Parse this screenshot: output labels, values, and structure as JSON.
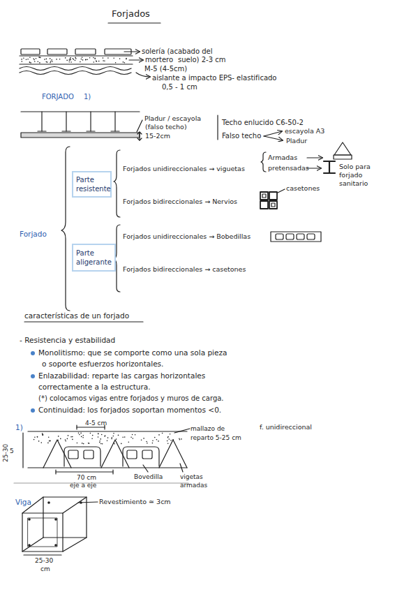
{
  "diagram": {
    "title": "Forjados",
    "nodes": [
      {
        "text": [
          "Parte resistente"
        ]
      },
      {
        "text": [
          "Parte aligerante"
        ]
      }
    ],
    "labels": [
      "solería (acabado del",
      "mortero",
      "suelo) 2-3 cm",
      "M-5 (4-5cm)",
      "aislante a impacto EPS- elastificado",
      "0,5 - 1 cm",
      "FORJADO",
      "1)",
      "Pladur / escayola",
      "(falso techo)",
      "15-2cm",
      "Techo enlucido C6-50-2",
      "Falso techo",
      "escayola A3",
      "Pladur",
      "Forjado",
      "Forjados unidireccionales → viguetas",
      "Armadas",
      "pretensadas",
      "Solo para forjado sanitario",
      "Forjados bidireccionales → Nervios",
      "casetones",
      "Forjados unidireccionales → Bobedillas",
      "Forjados bidireccionales → casetones",
      "características de un forjado",
      "- Resistencia y estabilidad",
      "Monolitismo: que se comporte como una sola pieza",
      "o soporte esfuerzos horizontales.",
      "Enlazabilidad: reparte las cargas horizontales",
      "correctamente a la estructura.",
      "(*) colocamos vigas entre forjados y muros de carga.",
      "Continuidad: los forjados soportan momentos <0.",
      "1)",
      "4-5 cm",
      "mallazo de",
      "reparto 5-25 cm",
      "f. unidireccional",
      "25-30",
      "5",
      "70 cm",
      "eje a eje",
      "Bovedilla",
      "vigetas",
      "armadas",
      "Viga",
      "Revestimiento ≃ 3cm",
      "25-30",
      "cm"
    ]
  }
}
